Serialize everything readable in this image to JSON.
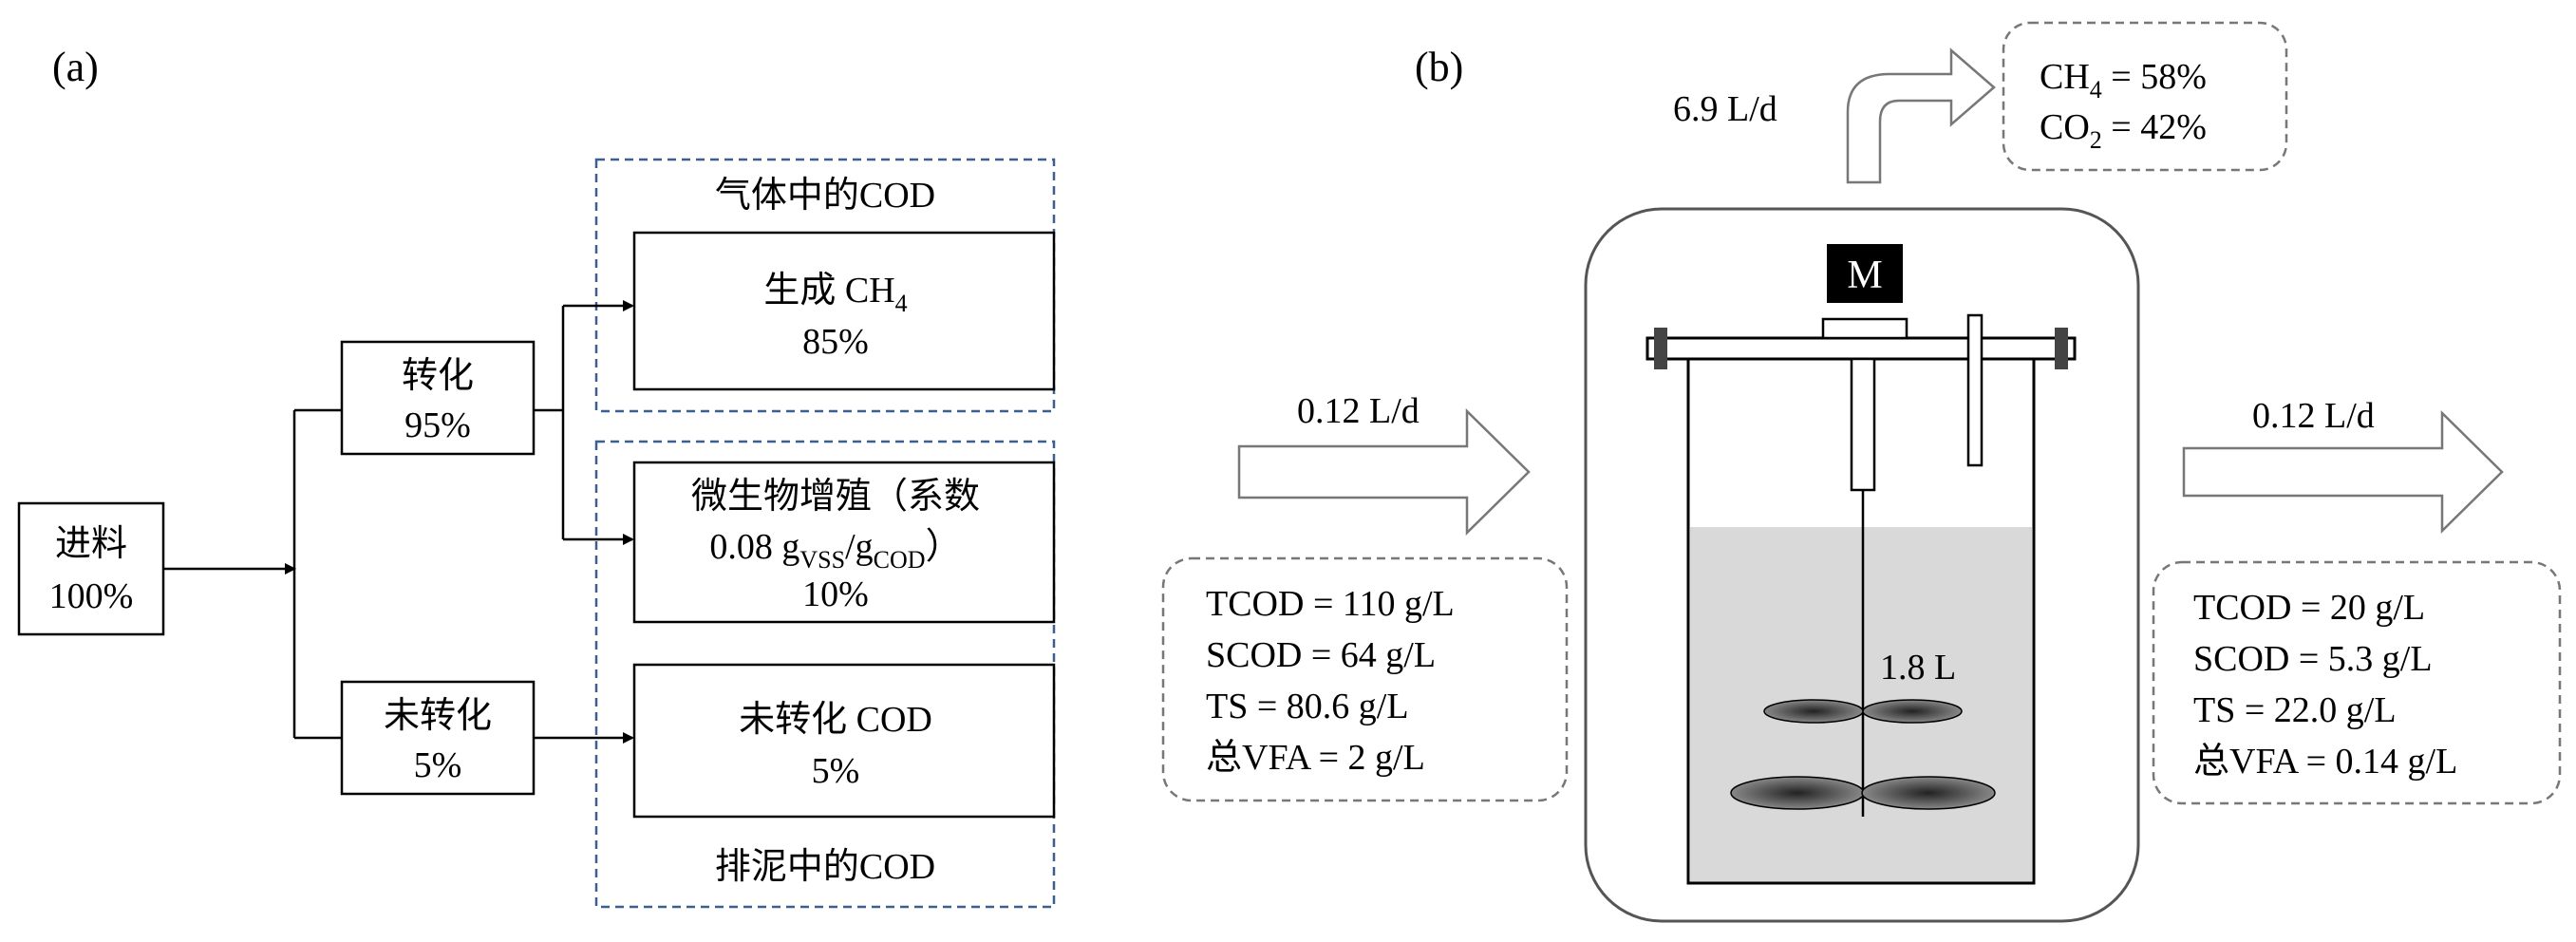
{
  "panel_a": {
    "label": "(a)",
    "feed": {
      "line1": "进料",
      "line2": "100%"
    },
    "converted": {
      "line1": "转化",
      "line2": "95%"
    },
    "unconverted": {
      "line1": "未转化",
      "line2": "5%"
    },
    "gas_group_title": "气体中的COD",
    "methane": {
      "line1_prefix": "生成 CH",
      "line1_sub": "4",
      "line2": "85%"
    },
    "growth": {
      "line1": "微生物增殖（系数",
      "line2_a": "0.08 g",
      "line2_sub1": "VSS",
      "line2_b": "/g",
      "line2_sub2": "COD",
      "line2_c": "）",
      "line3": "10%"
    },
    "unconverted_cod": {
      "line1": "未转化 COD",
      "line2": "5%"
    },
    "sludge_group_title": "排泥中的COD"
  },
  "panel_b": {
    "label": "(b)",
    "gas_flow": "6.9 L/d",
    "gas": {
      "ch4_prefix": "CH",
      "ch4_sub": "4",
      "ch4_value": " = 58%",
      "co2_prefix": "CO",
      "co2_sub": "2",
      "co2_value": " = 42%"
    },
    "motor": "M",
    "volume": "1.8 L",
    "inflow": "0.12 L/d",
    "outflow": "0.12 L/d",
    "influent": [
      "TCOD = 110 g/L",
      "SCOD = 64 g/L",
      "TS = 80.6 g/L",
      "总VFA = 2 g/L"
    ],
    "effluent": [
      "TCOD = 20 g/L",
      "SCOD = 5.3 g/L",
      "TS = 22.0 g/L",
      "总VFA = 0.14 g/L"
    ]
  },
  "colors": {
    "dashed_group": "#3b5f8f",
    "liquid": "#d9d9d9",
    "arrow_fill": "#ffffff",
    "motor_fill": "#000000",
    "impeller": "#555555"
  }
}
